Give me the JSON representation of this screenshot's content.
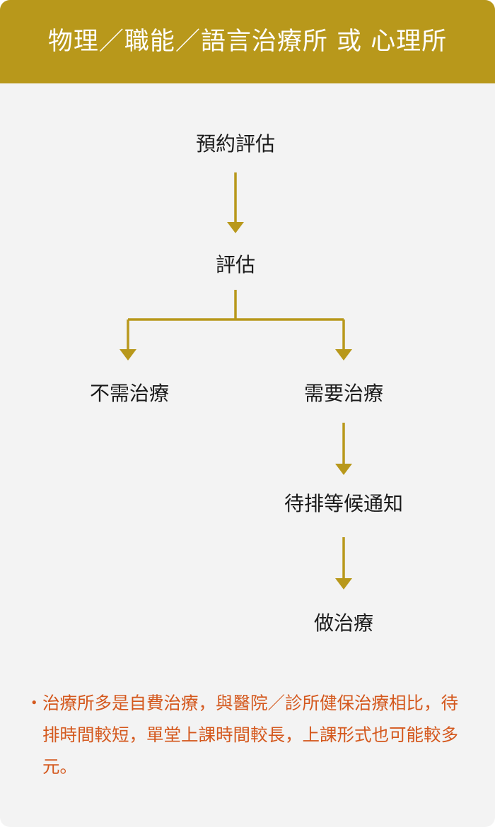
{
  "header": {
    "title": "物理／職能／語言治療所 或 心理所"
  },
  "flow": {
    "nodes": {
      "booking": "預約評估",
      "assessment": "評估",
      "no_treatment": "不需治療",
      "need_treatment": "需要治療",
      "waitlist": "待排等候通知",
      "treatment": "做治療"
    }
  },
  "colors": {
    "accent": "#b8981b",
    "note": "#d4581d",
    "background": "#f3f3f3"
  },
  "note": {
    "bullet": "・",
    "text": "治療所多是自費治療，與醫院／診所健保治療相比，待排時間較短，單堂上課時間較長，上課形式也可能較多元。"
  }
}
